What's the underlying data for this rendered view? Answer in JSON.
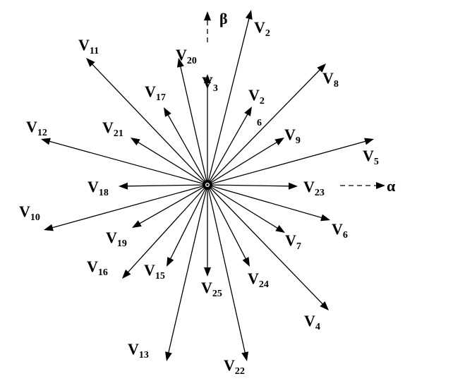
{
  "diagram": {
    "axes": {
      "alpha": {
        "label": "α"
      },
      "beta": {
        "label": "β"
      }
    },
    "vectors": [
      {
        "id": "v2-outer",
        "label": "V",
        "sub": "2"
      },
      {
        "id": "v8",
        "label": "V",
        "sub": "8"
      },
      {
        "id": "v5",
        "label": "V",
        "sub": "5"
      },
      {
        "id": "v6",
        "label": "V",
        "sub": "6"
      },
      {
        "id": "v4",
        "label": "V",
        "sub": "4"
      },
      {
        "id": "v22",
        "label": "V",
        "sub": "22"
      },
      {
        "id": "v13",
        "label": "V",
        "sub": "13"
      },
      {
        "id": "v10",
        "label": "V",
        "sub": "10"
      },
      {
        "id": "v12",
        "label": "V",
        "sub": "12"
      },
      {
        "id": "v11",
        "label": "V",
        "sub": "11"
      },
      {
        "id": "v20",
        "label": "V",
        "sub": "20"
      },
      {
        "id": "v3",
        "label": "V",
        "sub": "3"
      },
      {
        "id": "v26",
        "label": "V",
        "sub": "2",
        "sub2": "6"
      },
      {
        "id": "v9",
        "label": "V",
        "sub": "9"
      },
      {
        "id": "v23",
        "label": "V",
        "sub": "23"
      },
      {
        "id": "v7",
        "label": "V",
        "sub": "7"
      },
      {
        "id": "v24",
        "label": "V",
        "sub": "24"
      },
      {
        "id": "v25",
        "label": "V",
        "sub": "25"
      },
      {
        "id": "v15",
        "label": "V",
        "sub": "15"
      },
      {
        "id": "v16",
        "label": "V",
        "sub": "16"
      },
      {
        "id": "v19",
        "label": "V",
        "sub": "19"
      },
      {
        "id": "v18",
        "label": "V",
        "sub": "18"
      },
      {
        "id": "v21",
        "label": "V",
        "sub": "21"
      },
      {
        "id": "v17",
        "label": "V",
        "sub": "17"
      }
    ]
  }
}
